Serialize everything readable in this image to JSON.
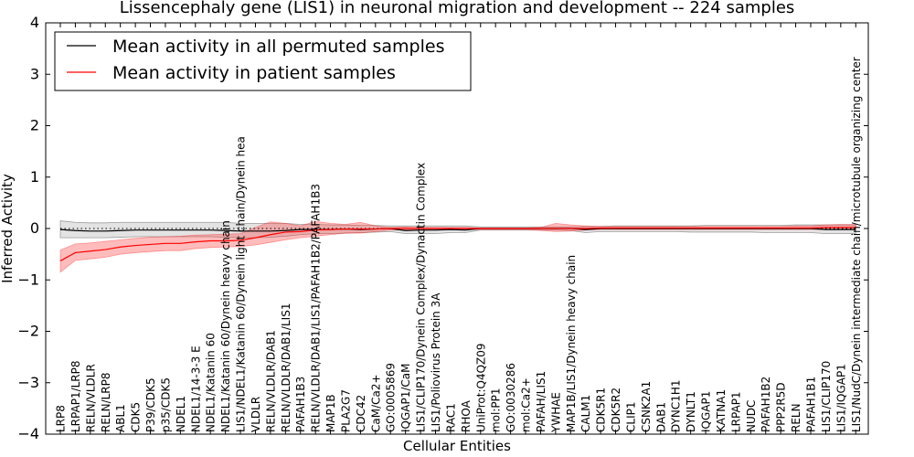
{
  "chart_data": {
    "type": "line",
    "title": "Lissencephaly gene (LIS1) in neuronal migration and development -- 224 samples",
    "xlabel": "Cellular Entities",
    "ylabel": "Inferred Activity",
    "ylim": [
      -4,
      4
    ],
    "yticks": [
      -4,
      -3,
      -2,
      -1,
      0,
      1,
      2,
      3,
      4
    ],
    "ytick_labels": [
      "−4",
      "−3",
      "−2",
      "−1",
      "0",
      "1",
      "2",
      "3",
      "4"
    ],
    "grid": false,
    "legend_position": "top-left",
    "categories": [
      "LRP8",
      "LRPAP1/LRP8",
      "RELN/VLDLR",
      "RELN/LRP8",
      "ABL1",
      "CDK5",
      "P39/CDK5",
      "p35/CDK5",
      "NDEL1",
      "NDEL1/14-3-3 E",
      "NDEL1/Katanin 60",
      "NDEL1/Katanin 60/Dynein heavy chain",
      "LIS1/NDEL1/Katanin 60/Dynein light chain/Dynein hea",
      "VLDLR",
      "RELN/VLDLR/DAB1",
      "RELN/VLDLR/DAB1/LIS1",
      "PAFAH1B3",
      "RELN/VLDLR/DAB1/LIS1/PAFAH1B2/PAFAH1B3",
      "MAP1B",
      "PLA2G7",
      "CDC42",
      "CaM/Ca2+",
      "GO:0005869",
      "IQGAP1/CaM",
      "LIS1/CLIP170/Dynein Complex/Dynactin Complex",
      "LIS1/Poliovirus Protein 3A",
      "RAC1",
      "RHOA",
      "UniProt:Q4QZ09",
      "mol:PP1",
      "GO:0030286",
      "mol:Ca2+",
      "PAFAH/LIS1",
      "YWHAE",
      "MAP1B/LIS1/Dynein heavy chain",
      "CALM1",
      "CDK5R1",
      "CDK5R2",
      "CLIP1",
      "CSNK2A1",
      "DAB1",
      "DYNC1H1",
      "DYNLT1",
      "IQGAP1",
      "KATNA1",
      "LRPAP1",
      "NUDC",
      "PAFAH1B2",
      "PPP2R5D",
      "RELN",
      "PAFAH1B1",
      "LIS1/CLIP170",
      "LIS1/IQGAP1",
      "LIS1/NudC/Dynein intermediate chain/microtubule organizing center"
    ],
    "series": [
      {
        "name": "Mean activity in all permuted samples",
        "color": "#000000",
        "values": [
          -0.02,
          -0.04,
          -0.05,
          -0.05,
          -0.04,
          -0.03,
          -0.03,
          -0.03,
          -0.03,
          -0.03,
          -0.03,
          -0.04,
          -0.05,
          -0.05,
          -0.05,
          -0.04,
          -0.02,
          -0.02,
          -0.02,
          -0.01,
          -0.02,
          -0.01,
          0.0,
          -0.04,
          -0.03,
          -0.03,
          -0.02,
          -0.03,
          0.0,
          0.0,
          0.0,
          0.0,
          0.0,
          0.0,
          0.0,
          -0.02,
          0.0,
          0.0,
          0.0,
          0.0,
          0.0,
          0.0,
          0.0,
          0.0,
          0.0,
          0.0,
          0.0,
          0.0,
          0.0,
          0.0,
          0.0,
          -0.02,
          -0.02,
          -0.02
        ],
        "band_upper": [
          0.15,
          0.12,
          0.11,
          0.11,
          0.12,
          0.12,
          0.12,
          0.12,
          0.12,
          0.12,
          0.12,
          0.12,
          0.1,
          0.1,
          0.1,
          0.1,
          0.08,
          0.08,
          0.07,
          0.07,
          0.06,
          0.06,
          0.05,
          0.05,
          0.05,
          0.05,
          0.05,
          0.05,
          0.03,
          0.03,
          0.03,
          0.03,
          0.03,
          0.03,
          0.03,
          0.04,
          0.04,
          0.05,
          0.05,
          0.05,
          0.05,
          0.05,
          0.05,
          0.06,
          0.06,
          0.06,
          0.06,
          0.06,
          0.06,
          0.07,
          0.07,
          0.07,
          0.07,
          0.07
        ],
        "band_lower": [
          -0.18,
          -0.18,
          -0.18,
          -0.18,
          -0.17,
          -0.16,
          -0.16,
          -0.16,
          -0.16,
          -0.16,
          -0.16,
          -0.17,
          -0.18,
          -0.18,
          -0.17,
          -0.15,
          -0.12,
          -0.1,
          -0.1,
          -0.09,
          -0.08,
          -0.07,
          -0.06,
          -0.1,
          -0.1,
          -0.1,
          -0.08,
          -0.08,
          -0.03,
          -0.03,
          -0.03,
          -0.03,
          -0.03,
          -0.03,
          -0.04,
          -0.08,
          -0.06,
          -0.06,
          -0.06,
          -0.06,
          -0.06,
          -0.06,
          -0.07,
          -0.07,
          -0.07,
          -0.07,
          -0.07,
          -0.08,
          -0.08,
          -0.08,
          -0.08,
          -0.1,
          -0.1,
          -0.1
        ],
        "reference_values": [
          0.0,
          0.0,
          0.0,
          0.0,
          0.0,
          0.0,
          0.0,
          0.0,
          0.0,
          0.0,
          0.0,
          0.0,
          0.0,
          0.0,
          0.0,
          0.0,
          0.0,
          0.0,
          0.0,
          0.0,
          0.0,
          0.0,
          0.0,
          0.0,
          0.0,
          0.0,
          0.0,
          0.0,
          0.0,
          0.0,
          0.0,
          0.0,
          0.0,
          0.0,
          0.0,
          0.0,
          0.0,
          0.0,
          0.0,
          0.0,
          0.0,
          0.0,
          0.0,
          0.0,
          0.0,
          0.0,
          0.0,
          0.0,
          0.0,
          0.0,
          0.0,
          0.0,
          0.0,
          0.0
        ]
      },
      {
        "name": "Mean activity in patient samples",
        "color": "#ff0000",
        "values": [
          -0.63,
          -0.47,
          -0.44,
          -0.41,
          -0.36,
          -0.33,
          -0.31,
          -0.29,
          -0.29,
          -0.26,
          -0.24,
          -0.24,
          -0.23,
          -0.18,
          -0.12,
          -0.07,
          -0.06,
          -0.03,
          -0.02,
          -0.01,
          -0.01,
          -0.01,
          0.0,
          0.0,
          0.0,
          0.0,
          0.0,
          0.0,
          0.0,
          0.0,
          0.0,
          0.0,
          0.0,
          0.0,
          0.0,
          0.0,
          0.01,
          0.01,
          0.01,
          0.01,
          0.01,
          0.01,
          0.01,
          0.01,
          0.01,
          0.01,
          0.01,
          0.01,
          0.01,
          0.01,
          0.01,
          0.02,
          0.02,
          0.02
        ],
        "band_upper": [
          -0.42,
          -0.3,
          -0.28,
          -0.25,
          -0.22,
          -0.19,
          -0.17,
          -0.16,
          -0.15,
          -0.13,
          -0.12,
          -0.11,
          -0.1,
          0.02,
          0.13,
          0.1,
          0.05,
          0.14,
          0.1,
          0.08,
          0.12,
          0.05,
          0.02,
          0.03,
          0.02,
          0.02,
          0.02,
          0.02,
          0.01,
          0.01,
          0.01,
          0.01,
          0.02,
          0.1,
          0.07,
          0.05,
          0.04,
          0.04,
          0.04,
          0.04,
          0.04,
          0.04,
          0.04,
          0.04,
          0.04,
          0.04,
          0.04,
          0.04,
          0.04,
          0.05,
          0.05,
          0.07,
          0.08,
          0.08
        ],
        "band_lower": [
          -0.85,
          -0.62,
          -0.59,
          -0.56,
          -0.5,
          -0.47,
          -0.45,
          -0.43,
          -0.43,
          -0.39,
          -0.37,
          -0.36,
          -0.35,
          -0.32,
          -0.27,
          -0.22,
          -0.18,
          -0.15,
          -0.12,
          -0.09,
          -0.09,
          -0.06,
          -0.03,
          -0.03,
          -0.03,
          -0.03,
          -0.02,
          -0.02,
          -0.02,
          -0.02,
          -0.02,
          -0.02,
          -0.04,
          -0.06,
          -0.05,
          -0.03,
          -0.02,
          -0.02,
          -0.02,
          -0.02,
          -0.02,
          -0.02,
          -0.02,
          -0.02,
          -0.02,
          -0.02,
          -0.02,
          -0.02,
          -0.02,
          -0.02,
          -0.02,
          -0.02,
          -0.02,
          -0.02
        ]
      }
    ]
  }
}
